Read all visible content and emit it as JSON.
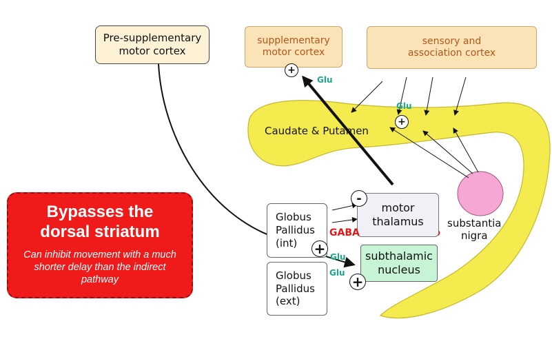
{
  "boxes": {
    "pre_sma": "Pre-supplementary\nmotor cortex",
    "sma": "supplementary\nmotor cortex",
    "sensory": "sensory and\nassociation cortex",
    "gpi": "Globus\nPallidus\n(int)",
    "gpe": "Globus\nPallidus\n(ext)",
    "thalamus": "motor\nthalamus",
    "stn": "subthalamic\nnucleus"
  },
  "labels": {
    "caudate": "Caudate & Putamen",
    "substantia": "substantia\nnigra",
    "gaba": "GABA",
    "glu": "Glu"
  },
  "signs": {
    "plus": "+",
    "minus": "-"
  },
  "callout": {
    "title": "Bypasses the\ndorsal striatum",
    "subtitle": "Can inhibit movement with a much shorter delay than the indirect pathway"
  },
  "colors": {
    "striatum": "#f4eb4e",
    "substantia_nigra": "#f6a7d4",
    "glu": "#1aa98a",
    "gaba": "#e01818",
    "callout_bg": "#ef1a1a"
  }
}
